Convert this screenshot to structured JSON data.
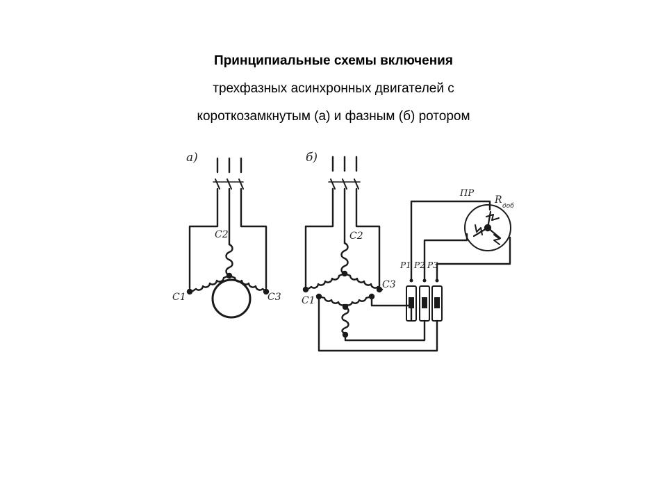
{
  "title": {
    "line1": "Принципиальные схемы включения",
    "line2": "трехфазных асинхронных двигателей с",
    "line3": "короткозамкнутым (а) и фазным (б) ротором"
  },
  "diagram_a": {
    "tag": "а)",
    "labels": {
      "c1": "С1",
      "c2": "С2",
      "c3": "С3"
    }
  },
  "diagram_b": {
    "tag": "б)",
    "labels": {
      "c1": "С1",
      "c2": "С2",
      "c3": "С3",
      "p1": "Р1",
      "p2": "Р2",
      "p3": "Р3",
      "pr": "ПР",
      "r": "R",
      "r_sub": "доб"
    }
  }
}
